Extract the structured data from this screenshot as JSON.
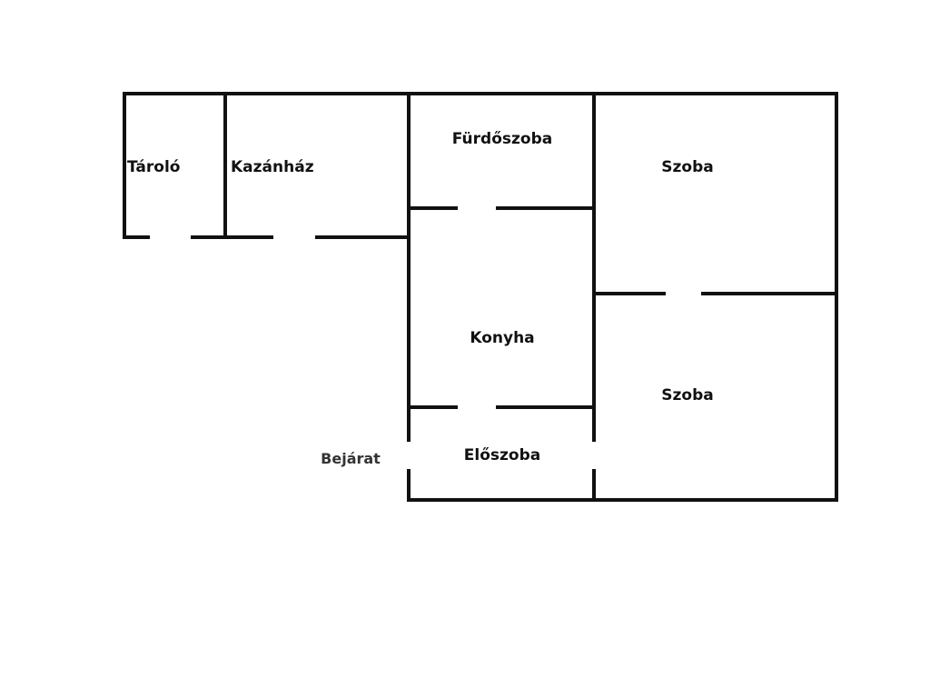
{
  "floor_plan": {
    "rooms": [
      {
        "id": "storage",
        "label": "Tároló"
      },
      {
        "id": "boiler-room",
        "label": "Kazánház"
      },
      {
        "id": "bathroom",
        "label": "Fürdőszoba"
      },
      {
        "id": "room-top",
        "label": "Szoba"
      },
      {
        "id": "kitchen",
        "label": "Konyha"
      },
      {
        "id": "room-bottom",
        "label": "Szoba"
      },
      {
        "id": "hallway",
        "label": "Előszoba"
      }
    ],
    "entrance_label": "Bejárat"
  },
  "colors": {
    "wall": "#111111",
    "background": "#ffffff"
  }
}
